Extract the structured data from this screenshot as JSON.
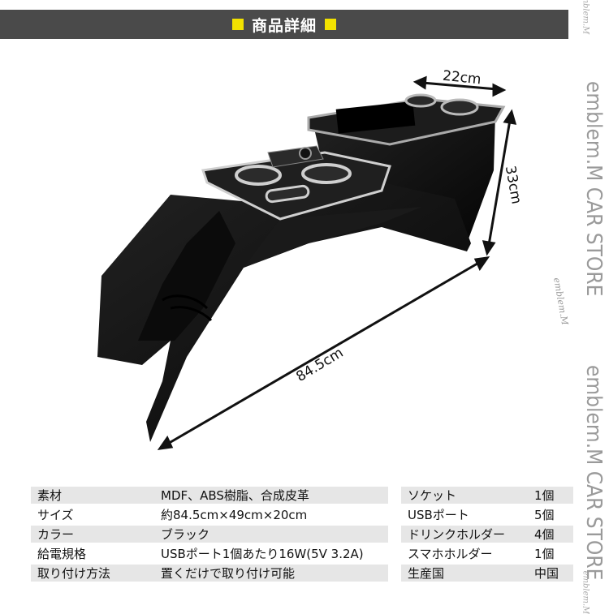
{
  "header": {
    "title": "商品詳細",
    "accent_color": "#f2e200",
    "bg_color": "#4a4a4a"
  },
  "dimensions": {
    "width": "22cm",
    "height": "33cm",
    "length": "84.5cm"
  },
  "watermark": {
    "store_main": "emblem.M CAR STORE",
    "store_lower": "emblem.M CAR STORE",
    "logo_script": "emblem.M",
    "logo_corner": "emblem.M"
  },
  "spec_left": [
    {
      "label": "素材",
      "value": "MDF、ABS樹脂、合成皮革"
    },
    {
      "label": "サイズ",
      "value": "約84.5cm×49cm×20cm"
    },
    {
      "label": "カラー",
      "value": "ブラック"
    },
    {
      "label": "給電規格",
      "value": "USBポート1個あたり16W(5V 3.2A)"
    },
    {
      "label": "取り付け方法",
      "value": "置くだけで取り付け可能"
    }
  ],
  "spec_right": [
    {
      "label": "ソケット",
      "value": "1個"
    },
    {
      "label": "USBポート",
      "value": "5個"
    },
    {
      "label": "ドリンクホルダー",
      "value": "4個"
    },
    {
      "label": "スマホホルダー",
      "value": "1個"
    },
    {
      "label": "生産国",
      "value": "中国"
    }
  ]
}
